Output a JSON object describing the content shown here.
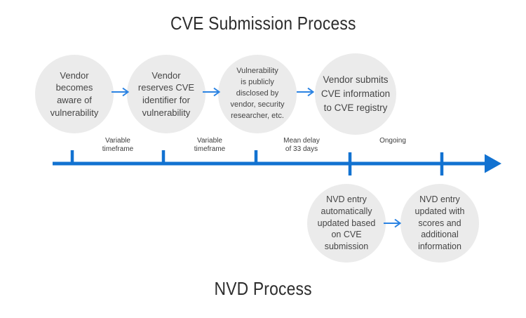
{
  "titles": {
    "top": "CVE Submission Process",
    "bottom": "NVD Process"
  },
  "colors": {
    "timeline_blue": "#1272D1",
    "flow_arrow_blue": "#2B83E2",
    "circle_fill": "#EBEBEB",
    "text_dark": "#454545"
  },
  "cve_process": {
    "steps": [
      {
        "label": "Vendor\nbecomes\naware of\nvulnerability"
      },
      {
        "label": "Vendor\nreserves CVE\nidentifier for\nvulnerability"
      },
      {
        "label": "Vulnerability\nis publicly\ndisclosed by\nvendor, security\nresearcher, etc."
      },
      {
        "label": "Vendor submits\nCVE information\nto CVE registry"
      }
    ]
  },
  "timeline": {
    "segment_labels": [
      {
        "label": "Variable\ntimeframe"
      },
      {
        "label": "Variable\ntimeframe"
      },
      {
        "label": "Mean delay\nof 33 days"
      },
      {
        "label": "Ongoing"
      }
    ]
  },
  "nvd_process": {
    "steps": [
      {
        "label": "NVD entry\nautomatically\nupdated based\non CVE\nsubmission"
      },
      {
        "label": "NVD entry\nupdated with\nscores and\nadditional\ninformation"
      }
    ]
  }
}
